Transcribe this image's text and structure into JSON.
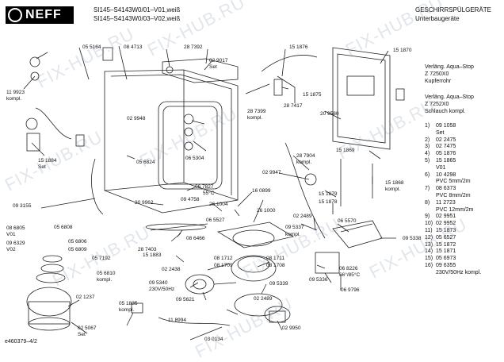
{
  "header": {
    "brand": "NEFF",
    "model_line_1": "SI145–S4143W0/01–V01,weiß",
    "model_line_2": "SI145–S4143W0/03–V02,weiß",
    "category_title": "GESCHIRRSPÜLGERÄTE",
    "category_subtitle": "Unterbaugeräte"
  },
  "side_notes": [
    "Verläng. Aqua–Stop",
    "Z 7250X0",
    "Kupferrohr",
    "Verläng. Aqua–Stop",
    "Z 7252X0",
    "Schlauch kompl."
  ],
  "legend": [
    {
      "pos": "1)",
      "part": "09 1058",
      "note": "Set"
    },
    {
      "pos": "2)",
      "part": "02 2475",
      "note": ""
    },
    {
      "pos": "3)",
      "part": "02 7475",
      "note": ""
    },
    {
      "pos": "4)",
      "part": "05 1876",
      "note": ""
    },
    {
      "pos": "5)",
      "part": "15 1865",
      "note": "V01"
    },
    {
      "pos": "6)",
      "part": "10 4298",
      "note": "PVC 5mm/2m"
    },
    {
      "pos": "7)",
      "part": "08 6373",
      "note": "PVC 8mm/2m"
    },
    {
      "pos": "8)",
      "part": "11 2723",
      "note": "PVC 12mm/2m"
    },
    {
      "pos": "9)",
      "part": "02 9951",
      "note": ""
    },
    {
      "pos": "10)",
      "part": "02 9952",
      "note": ""
    },
    {
      "pos": "11)",
      "part": "15 1873",
      "note": ""
    },
    {
      "pos": "12)",
      "part": "05 6527",
      "note": ""
    },
    {
      "pos": "13)",
      "part": "15 1872",
      "note": ""
    },
    {
      "pos": "14)",
      "part": "15 1871",
      "note": ""
    },
    {
      "pos": "15)",
      "part": "05 6973",
      "note": ""
    },
    {
      "pos": "16)",
      "part": "09 6355",
      "note": "230V/50Hz kompl."
    }
  ],
  "callouts": {
    "c1": "05 5164",
    "c2": "08 4713",
    "c3": "28 7392",
    "c4": "15 1876",
    "c5": "15 1870",
    "c6": "11 9923",
    "c6b": "kompl.",
    "c7": "02 9017",
    "c7b": "Set",
    "c8": "02 9948",
    "c9": "28 7399",
    "c9b": "kompl.",
    "c10": "28 7417",
    "c11": "15 1875",
    "c12": "20 9580",
    "c13": "15 1884",
    "c13b": "Set",
    "c14": "05 6824",
    "c15": "06 5304",
    "c16": "28 7904",
    "c16b": "kompl.",
    "c17": "02 9947",
    "c18": "15 1869",
    "c19": "15 1868",
    "c19b": "kompl.",
    "c20": "09 3155",
    "c21": "06 7827",
    "c21b": "55°C",
    "c22": "16 0899",
    "c23": "20 9962",
    "c24": "09 4758",
    "c25": "26 1004",
    "c26": "26 1000",
    "c27": "15 1879",
    "c28": "15 1878",
    "c29": "06 5527",
    "c30": "09 5337",
    "c30b": "kompl.",
    "c31": "02 2489",
    "c32": "06 5570",
    "c33": "08 6805",
    "c33b": "V01",
    "c34": "09 6329",
    "c34b": "V02",
    "c35": "05 6808",
    "c36": "05 6806",
    "c37": "05 6809",
    "c38": "28 7403",
    "c39": "08 6466",
    "c40": "09 5338",
    "c41": "05 7192",
    "c42": "15 1883",
    "c43": "05 6810",
    "c43b": "kompl.",
    "c44": "08 1712",
    "c45": "08 1709",
    "c46": "08 1711",
    "c47": "08 1708",
    "c48": "02 2438",
    "c49": "06 8226",
    "c49b": "66°/85°C",
    "c50": "09 5340",
    "c50b": "230V/50Hz",
    "c51": "09 5339",
    "c52": "09 5336",
    "c53": "06 9796",
    "c54": "02 1237",
    "c55": "09 5621",
    "c56": "02 2489",
    "c57": "05 1835",
    "c57b": "kompl.",
    "c58": "11 8994",
    "c59": "02 5067",
    "c59b": "Set",
    "c60": "03 0134",
    "c61": "02 9950"
  },
  "footer": {
    "doc_id": "e460379–4/2"
  },
  "watermark": "FIX-HUB.RU"
}
